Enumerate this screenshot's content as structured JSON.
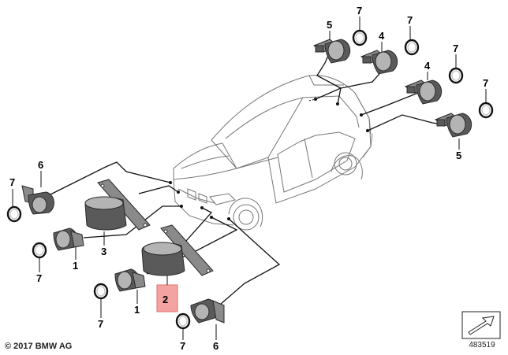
{
  "callouts": {
    "c7_top1": "7",
    "c7_top2": "7",
    "c5_top": "5",
    "c4_top": "4",
    "c4_right": "4",
    "c7_right1": "7",
    "c7_right2": "7",
    "c5_right": "5",
    "c6_left": "6",
    "c7_left": "7",
    "c3": "3",
    "c7_mid": "7",
    "c1_mid": "1",
    "c2": "2",
    "c1_low": "1",
    "c7_low": "7",
    "c7_bottom": "7",
    "c6_bottom": "6"
  },
  "highlight_color": "#f4a3a3",
  "copyright": "© 2017 BMW AG",
  "diagram_id": "483519"
}
